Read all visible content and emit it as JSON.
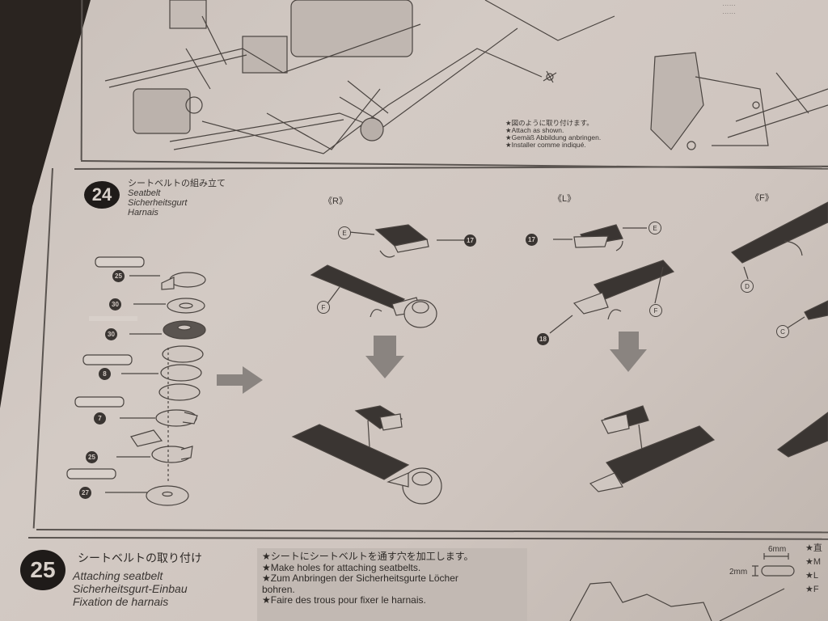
{
  "top_section": {
    "notes": [
      "★図のように取り付けます。",
      "★Attach as shown.",
      "★Gemäß Abbildung anbringen.",
      "★Installer comme indiqué."
    ],
    "corner_fragment_1": "……",
    "corner_fragment_2": "……"
  },
  "step24": {
    "number": "24",
    "title_jp": "シートベルトの組み立て",
    "title_en": "Seatbelt",
    "title_de": "Sicherheitsgurt",
    "title_fr": "Harnais",
    "views": {
      "right": "《R》",
      "left": "《L》",
      "front": "《F》"
    },
    "callouts": {
      "E_right": "E",
      "F_right": "F",
      "part17_right": "17",
      "E_left": "E",
      "F_left": "F",
      "part17_left": "17",
      "part18_left": "18",
      "D_front": "D",
      "C_front": "C"
    },
    "stack_parts": [
      "25",
      "30",
      "30",
      "8",
      "7",
      "25",
      "27"
    ]
  },
  "step25": {
    "number": "25",
    "title_jp": "シートベルトの取り付け",
    "title_en": "Attaching seatbelt",
    "title_de": "Sicherheitsgurt-Einbau",
    "title_fr": "Fixation de harnais",
    "instructions": [
      "★シートにシートベルトを通す穴を加工します。",
      "★Make holes for attaching seatbelts.",
      "★Zum Anbringen der Sicherheitsgurte Löcher",
      "bohren.",
      "★Faire des trous pour fixer le harnais."
    ],
    "dim_width": "6mm",
    "dim_height": "2mm",
    "side_marks": [
      "★直",
      "★M",
      "★L",
      "★F"
    ]
  }
}
